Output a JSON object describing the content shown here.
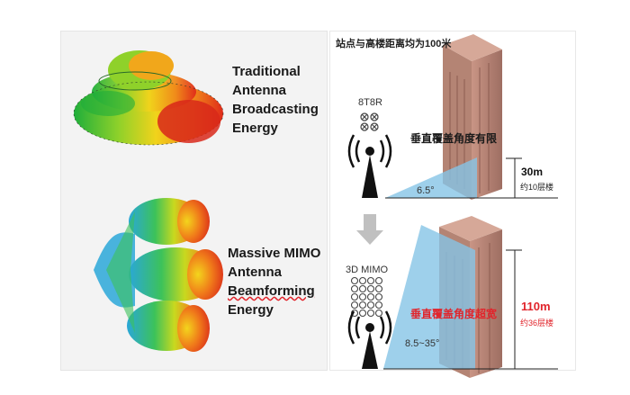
{
  "left": {
    "traditional": [
      "Traditional",
      "Antenna",
      "Broadcasting",
      "Energy"
    ],
    "massive": [
      "Massive MIMO",
      "Antenna",
      "Beamforming",
      "Energy"
    ]
  },
  "right": {
    "header": "站点与高楼距离均为100米",
    "top": {
      "antenna_label": "8T8R",
      "coverage_text": "垂直覆盖角度有限",
      "angle": "6.5°",
      "height": "30m",
      "floors": "约10层楼"
    },
    "bottom": {
      "antenna_label": "3D MIMO",
      "coverage_text": "垂直覆盖角度超宽",
      "angle": "8.5~35°",
      "height": "110m",
      "floors": "约36层楼"
    }
  },
  "colors": {
    "building": "#b07f72",
    "beam": "#86c4e6",
    "arrow": "#c0c0c0",
    "accent_red": "#e1242b"
  }
}
